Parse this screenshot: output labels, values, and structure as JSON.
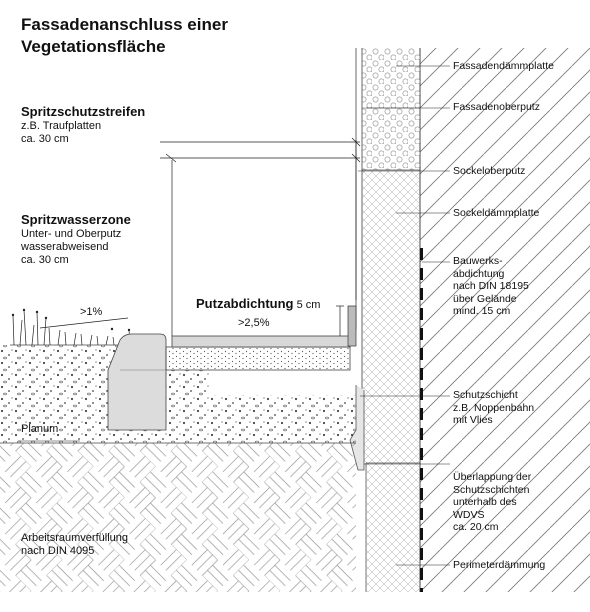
{
  "title": {
    "line1": "Fassadenanschluss einer",
    "line2": "Vegetationsfläche"
  },
  "left_notes": {
    "spritzschutz_title": "Spritzschutzstreifen",
    "spritzschutz_l1": "z.B. Traufplatten",
    "spritzschutz_l2": "ca. 30 cm",
    "spritzwasser_title": "Spritzwasserzone",
    "spritzwasser_l1": "Unter- und Oberputz",
    "spritzwasser_l2": "wasserabweisend",
    "spritzwasser_l3": "ca. 30 cm",
    "planum": "Planum",
    "arbeitsraum_l1": "Arbeitsraumverfüllung",
    "arbeitsraum_l2": "nach DIN 4095"
  },
  "center_notes": {
    "slope_soil": ">1%",
    "putzabdichtung": "Putzabdichtung",
    "putzabdichtung_size": "5 cm",
    "slope_pavement": ">2,5%"
  },
  "right_labels": {
    "fassadendaemmplatte": "Fassadendämmplatte",
    "fassadenoberputz": "Fassadenoberputz",
    "sockeloberputz": "Sockeloberputz",
    "sockeldaemmplatte": "Sockeldämmplatte",
    "bauwerk_l1": "Bauwerks-",
    "bauwerk_l2": "abdichtung",
    "bauwerk_l3": "nach DIN 18195",
    "bauwerk_l4": "über Gelände",
    "bauwerk_l5": "mind. 15 cm",
    "schutz_l1": "Schutzschicht",
    "schutz_l2": "z.B. Noppenbahn",
    "schutz_l3": "mit Vlies",
    "ueber_l1": "Überlappung der",
    "ueber_l2": "Schutzschichten",
    "ueber_l3": "unterhalb des",
    "ueber_l4": "WDVS",
    "ueber_l5": "ca. 20 cm",
    "perimeter": "Perimeterdämmung"
  }
}
